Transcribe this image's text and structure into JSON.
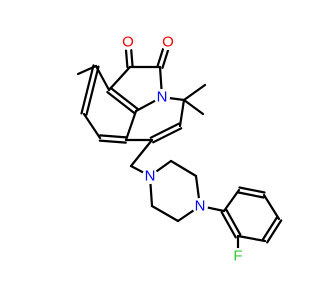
{
  "diagram": {
    "type": "chemical-structure",
    "colors": {
      "bond": "#000000",
      "oxygen": "#ff0000",
      "nitrogen": "#0000ff",
      "fluorine": "#33cc33",
      "background": "#ffffff"
    },
    "atoms": [
      {
        "id": "O1",
        "label": "O",
        "element": "O"
      },
      {
        "id": "O2",
        "label": "O",
        "element": "O"
      },
      {
        "id": "N1",
        "label": "N",
        "element": "N"
      },
      {
        "id": "N2",
        "label": "N",
        "element": "N"
      },
      {
        "id": "N3",
        "label": "N",
        "element": "N"
      },
      {
        "id": "F1",
        "label": "F",
        "element": "F"
      }
    ]
  }
}
